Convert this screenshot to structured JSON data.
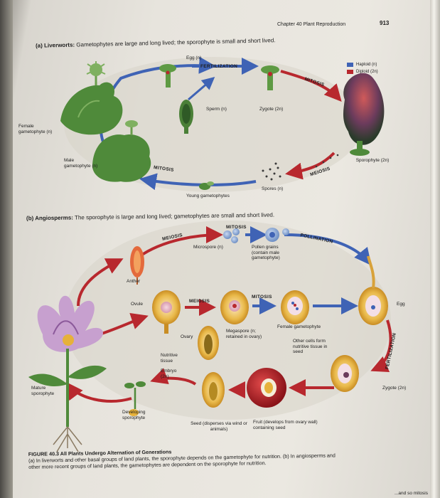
{
  "header": {
    "chapter": "Chapter 40  Plant Reproduction",
    "page_number": "913"
  },
  "liverworts": {
    "heading_bold": "(a) Liverworts:",
    "heading_rest": " Gametophytes are large and long lived; the sporophyte is small and short lived.",
    "labels": {
      "egg": "Egg (n)",
      "fertilization": "FERTILIZATION",
      "sperm": "Sperm (n)",
      "zygote": "Zygote (2n)",
      "mitosis_top": "MITOSIS",
      "female_gametophyte": "Female gametophyte (n)",
      "male_gametophyte": "Male gametophyte (n)",
      "mitosis_bottom": "MITOSIS",
      "young_gametophytes": "Young gametophytes",
      "spores": "Spores (n)",
      "meiosis": "MEIOSIS",
      "sporophyte": "Sporophyte (2n)"
    }
  },
  "legend": {
    "items": [
      {
        "label": "Haploid (n)",
        "color": "#3f63b5"
      },
      {
        "label": "Diploid (2n)",
        "color": "#b8282e"
      }
    ]
  },
  "angiosperms": {
    "heading_bold": "(b) Angiosperms:",
    "heading_rest": " The sporophyte is large and long lived; gametophytes are small and short lived.",
    "labels": {
      "meiosis_top": "MEIOSIS",
      "mitosis_top": "MITOSIS",
      "microspore": "Microspore (n)",
      "pollen_grains": "Pollen grains (contain male gametophyte)",
      "pollination": "POLLINATION",
      "anther": "Anther",
      "ovule": "Ovule",
      "meiosis_mid": "MEIOSIS",
      "mitosis_mid": "MITOSIS",
      "egg": "Egg",
      "ovary": "Ovary",
      "megaspore": "Megaspore (n; retained in ovary)",
      "female_gametophyte": "Female gametophyte",
      "fertilization": "FERTILIZATION",
      "nutritive_tissue": "Nutritive tissue",
      "embryo": "Embryo (2n)",
      "other_cells": "Other cells form nutritive tissue in seed",
      "mature_sporophyte": "Mature sporophyte",
      "zygote": "Zygote (2n)",
      "developing_sporophyte": "Developing sporophyte",
      "seed": "Seed (disperses via wind or animals)",
      "fruit": "Fruit (develops from ovary wall) containing seed"
    }
  },
  "caption": {
    "title": "FIGURE 40.3  All Plants Undergo Alternation of Generations",
    "body": "(a) In liverworts and other basal groups of land plants, the sporophyte depends on the gametophyte for nutrition. (b) In angiosperms and other more recent groups of land plants, the gametophytes are dependent on the sporophyte for nutrition."
  },
  "corner_fragment": "...and so mitosis",
  "colors": {
    "haploid": "#3f63b5",
    "diploid": "#b8282e",
    "page": "#e8e5de",
    "plant_green": "#4f8a3a",
    "ovule_yellow": "#e6b13a"
  }
}
